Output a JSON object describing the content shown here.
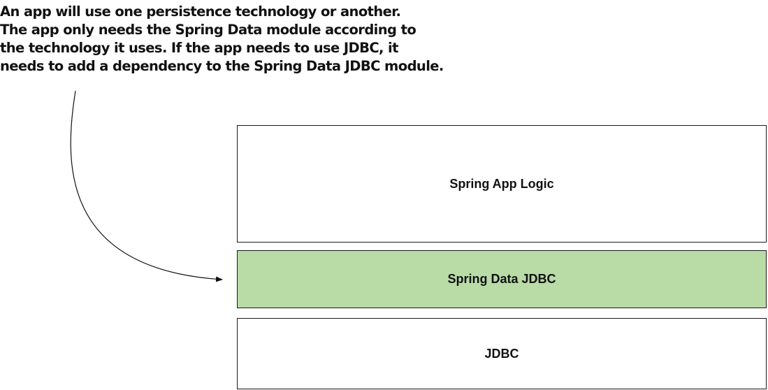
{
  "annotation": {
    "lines": [
      "An app will use one persistence technology or another.",
      "The app only needs the Spring Data module according to",
      "the technology it uses. If the app needs to use JDBC, it",
      "needs to add a dependency to the Spring Data JDBC module."
    ]
  },
  "layers": {
    "app_logic": {
      "label": "Spring App Logic"
    },
    "spring_data": {
      "label": "Spring Data JDBC",
      "color": "#b9dca7"
    },
    "jdbc": {
      "label": "JDBC"
    }
  }
}
